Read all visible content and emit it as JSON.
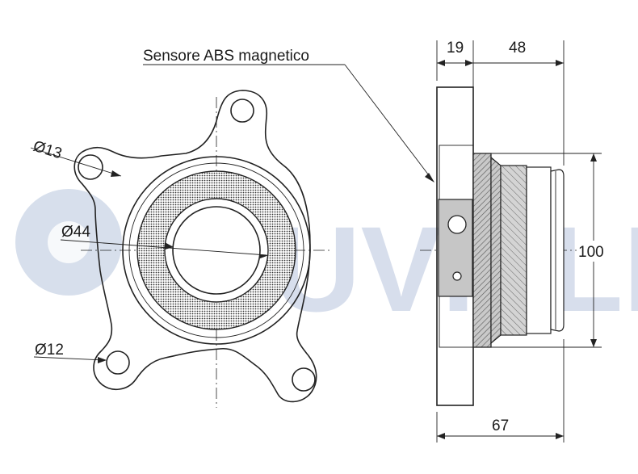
{
  "watermark": {
    "text": "RUVILLE",
    "color": "#b7c4dd"
  },
  "labels": {
    "sensor": "Sensore ABS magnetico",
    "dia13": "Ø13",
    "dia44": "Ø44",
    "dia12": "Ø12",
    "dim19": "19",
    "dim48": "48",
    "dim100": "100",
    "dim67": "67"
  }
}
